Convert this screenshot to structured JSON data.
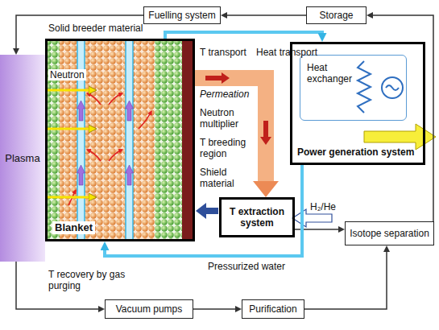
{
  "diagram": {
    "nodes": [
      {
        "text": [
          "Fuelling system"
        ]
      },
      {
        "text": [
          "Storage"
        ]
      },
      {
        "text": [
          "Plasma"
        ]
      },
      {
        "text": [
          "Blanket"
        ]
      },
      {
        "text": [
          "Power generation system"
        ]
      },
      {
        "text": [
          "Heat exchanger"
        ],
        "in": 4
      },
      {
        "text": [
          "T extraction system"
        ]
      },
      {
        "text": [
          "Isotope separation"
        ]
      },
      {
        "text": [
          "Vacuum pumps"
        ]
      },
      {
        "text": [
          "Purification"
        ]
      }
    ],
    "edges": [
      {
        "from": 1,
        "to": 0,
        "arrow": "to"
      },
      {
        "from": 0,
        "to": 2,
        "arrow": "to"
      },
      {
        "from": 2,
        "to": 8,
        "arrow": "to"
      },
      {
        "from": 8,
        "to": 9,
        "arrow": "to"
      },
      {
        "from": 9,
        "to": 7,
        "arrow": "to"
      },
      {
        "from": 6,
        "to": 7,
        "arrow": "to"
      },
      {
        "from": 7,
        "to": 1,
        "arrow": "to"
      },
      {
        "from": 3,
        "to": 6,
        "arrow": "to"
      },
      {
        "from": 3,
        "to": 4,
        "arrow": "to"
      },
      {
        "from": 4,
        "to": 3,
        "arrow": "to"
      }
    ],
    "labels": [
      "Solid breeder material",
      "Neutron",
      "T transport",
      "Heat transport",
      "Permeation",
      "Neutron multiplier",
      "T breeding region",
      "Shield material",
      "Pressurized water",
      "H₂/He",
      "T recovery by gas purging"
    ]
  }
}
